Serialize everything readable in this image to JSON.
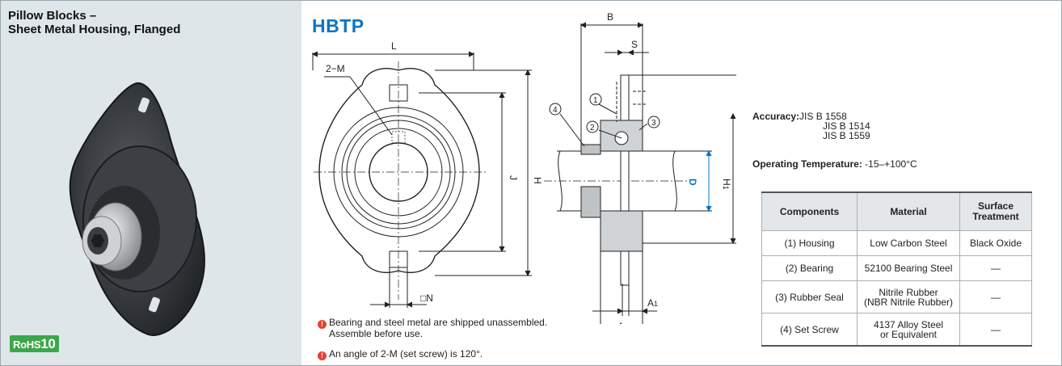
{
  "product": {
    "title_line1": "Pillow Blocks –",
    "title_line2": "Sheet Metal Housing, Flanged",
    "rohs_prefix": "RoHS",
    "rohs_number": "10"
  },
  "series_name": "HBTP",
  "dimensions": {
    "L": "L",
    "two_M": "2−M",
    "J": "J",
    "H": "H",
    "N": "□N",
    "B": "B",
    "S": "S",
    "D": "D",
    "H1_main": "H",
    "H1_sub": "1",
    "A": "A",
    "A1_main": "A",
    "A1_sub": "1",
    "c1": "1",
    "c2": "2",
    "c3": "3",
    "c4": "4"
  },
  "notes": {
    "note1_line1": "Bearing and steel metal are shipped unassembled.",
    "note1_line2": "Assemble before use.",
    "note2": "An angle of 2-M (set screw) is 120°.",
    "warn_glyph": "!"
  },
  "specs": {
    "accuracy_label": "Accuracy:",
    "accuracy_values": [
      "JIS  B  1558",
      "JIS  B  1514",
      "JIS  B  1559"
    ],
    "op_temp_label": "Operating Temperature:",
    "op_temp_value": " -15–+100°C"
  },
  "table": {
    "headers": [
      "Components",
      "Material",
      "Surface Treatment"
    ],
    "rows": [
      {
        "component": "(1) Housing",
        "material_l1": "Low Carbon Steel",
        "material_l2": "",
        "treatment": "Black Oxide"
      },
      {
        "component": "(2) Bearing",
        "material_l1": "52100 Bearing Steel",
        "material_l2": "",
        "treatment": "—"
      },
      {
        "component": "(3) Rubber Seal",
        "material_l1": "Nitrile Rubber",
        "material_l2": "(NBR Nitrile Rubber)",
        "treatment": "—"
      },
      {
        "component": "(4) Set Screw",
        "material_l1": "4137 Alloy Steel",
        "material_l2": "or Equivalent",
        "treatment": "—"
      }
    ]
  },
  "colors": {
    "panel_bg": "#dfe6ea",
    "series_blue": "#0a76c4",
    "rohs_green": "#3aa74a",
    "warning_red": "#e8412c",
    "dimension_D_blue": "#0a76c4"
  }
}
